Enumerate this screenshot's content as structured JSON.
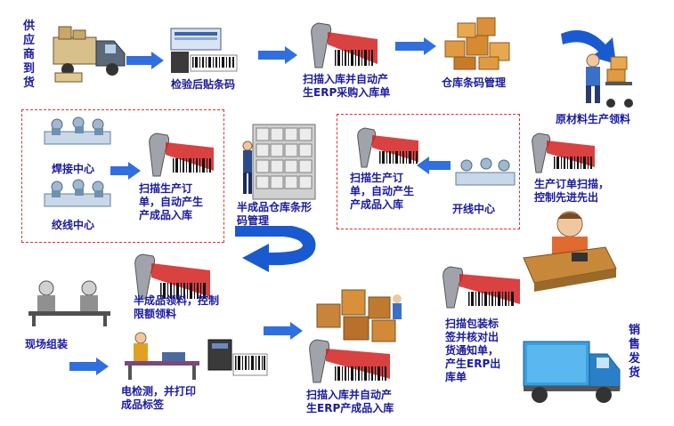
{
  "labels": {
    "supplier_delivery": "供应商到货",
    "inspect_label": "检验后贴条码",
    "scan_stock_in": "扫描入库并自动产",
    "scan_stock_in_2": "生ERP采购入库单",
    "warehouse_barcode": "仓库条码管理",
    "material_requisition": "原材料生产领料",
    "welding_center": "焊接中心",
    "twisting_center": "绞线中心",
    "scan_order_left_1": "扫描生产订",
    "scan_order_left_2": "单，自动产生",
    "scan_order_left_3": "产成品入库",
    "semi_warehouse_1": "半成品仓库条形",
    "semi_warehouse_2": "码管理",
    "scan_order_right_1": "扫描生产订",
    "scan_order_right_2": "单，自动产生",
    "scan_order_right_3": "产成品入库",
    "cable_center": "开线中心",
    "order_scan_fifo_1": "生产订单扫描，",
    "order_scan_fifo_2": "控制先进先出",
    "semi_requisition_1": "半成品领料，控制",
    "semi_requisition_2": "限额领料",
    "onsite_assembly": "现场组装",
    "electric_test_1": "电检测，并打印",
    "electric_test_2": "成品标签",
    "scan_finished_1": "扫描入库并自动产",
    "scan_finished_2": "生ERP产成品入库",
    "scan_package_1": "扫描包装标",
    "scan_package_2": "签并核对出",
    "scan_package_3": "货通知单，",
    "scan_package_4": "产生ERP出",
    "scan_package_5": "库单",
    "sales_delivery": "销售发货"
  },
  "colors": {
    "label_text": "#1a1aa0",
    "arrow_blue": "#2f6fe0",
    "barcode_red": "#d42020",
    "dashed_border": "#e03030"
  }
}
